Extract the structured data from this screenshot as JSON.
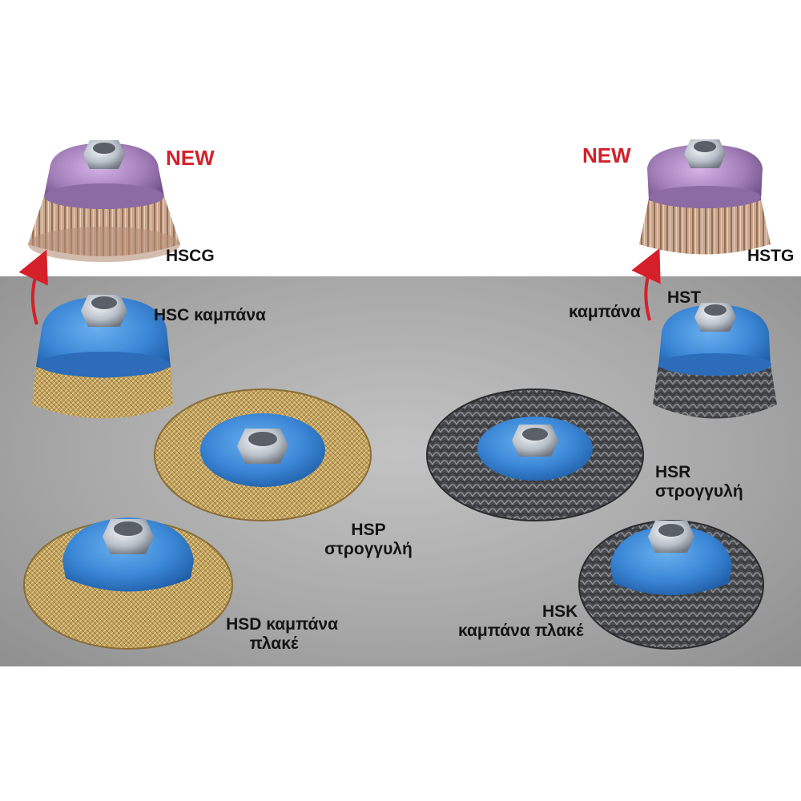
{
  "colors": {
    "new_badge": "#d5202a",
    "plastic_blue": "#3b87d6",
    "plastic_purple": "#a27fb8",
    "brass_wire": "#c9a861",
    "steel_wire": "#4e5054",
    "backdrop": "#a9a9a9",
    "arrow": "#d5202a"
  },
  "badges": {
    "new_left": "NEW",
    "new_right": "NEW"
  },
  "products": {
    "hscg": {
      "label": "HSCG"
    },
    "hstg": {
      "label": "HSTG"
    },
    "hsc": {
      "label": "HSC καμπάνα"
    },
    "hst": {
      "code": "HST",
      "type": "καμπάνα"
    },
    "hsp": {
      "line1": "HSP",
      "line2": "στρογγυλή"
    },
    "hsr": {
      "line1": "HSR",
      "line2": "στρογγυλή"
    },
    "hsd": {
      "line1": "HSD καμπάνα",
      "line2": "πλακέ"
    },
    "hsk": {
      "line1": "HSK",
      "line2": "καμπάνα πλακέ"
    }
  }
}
